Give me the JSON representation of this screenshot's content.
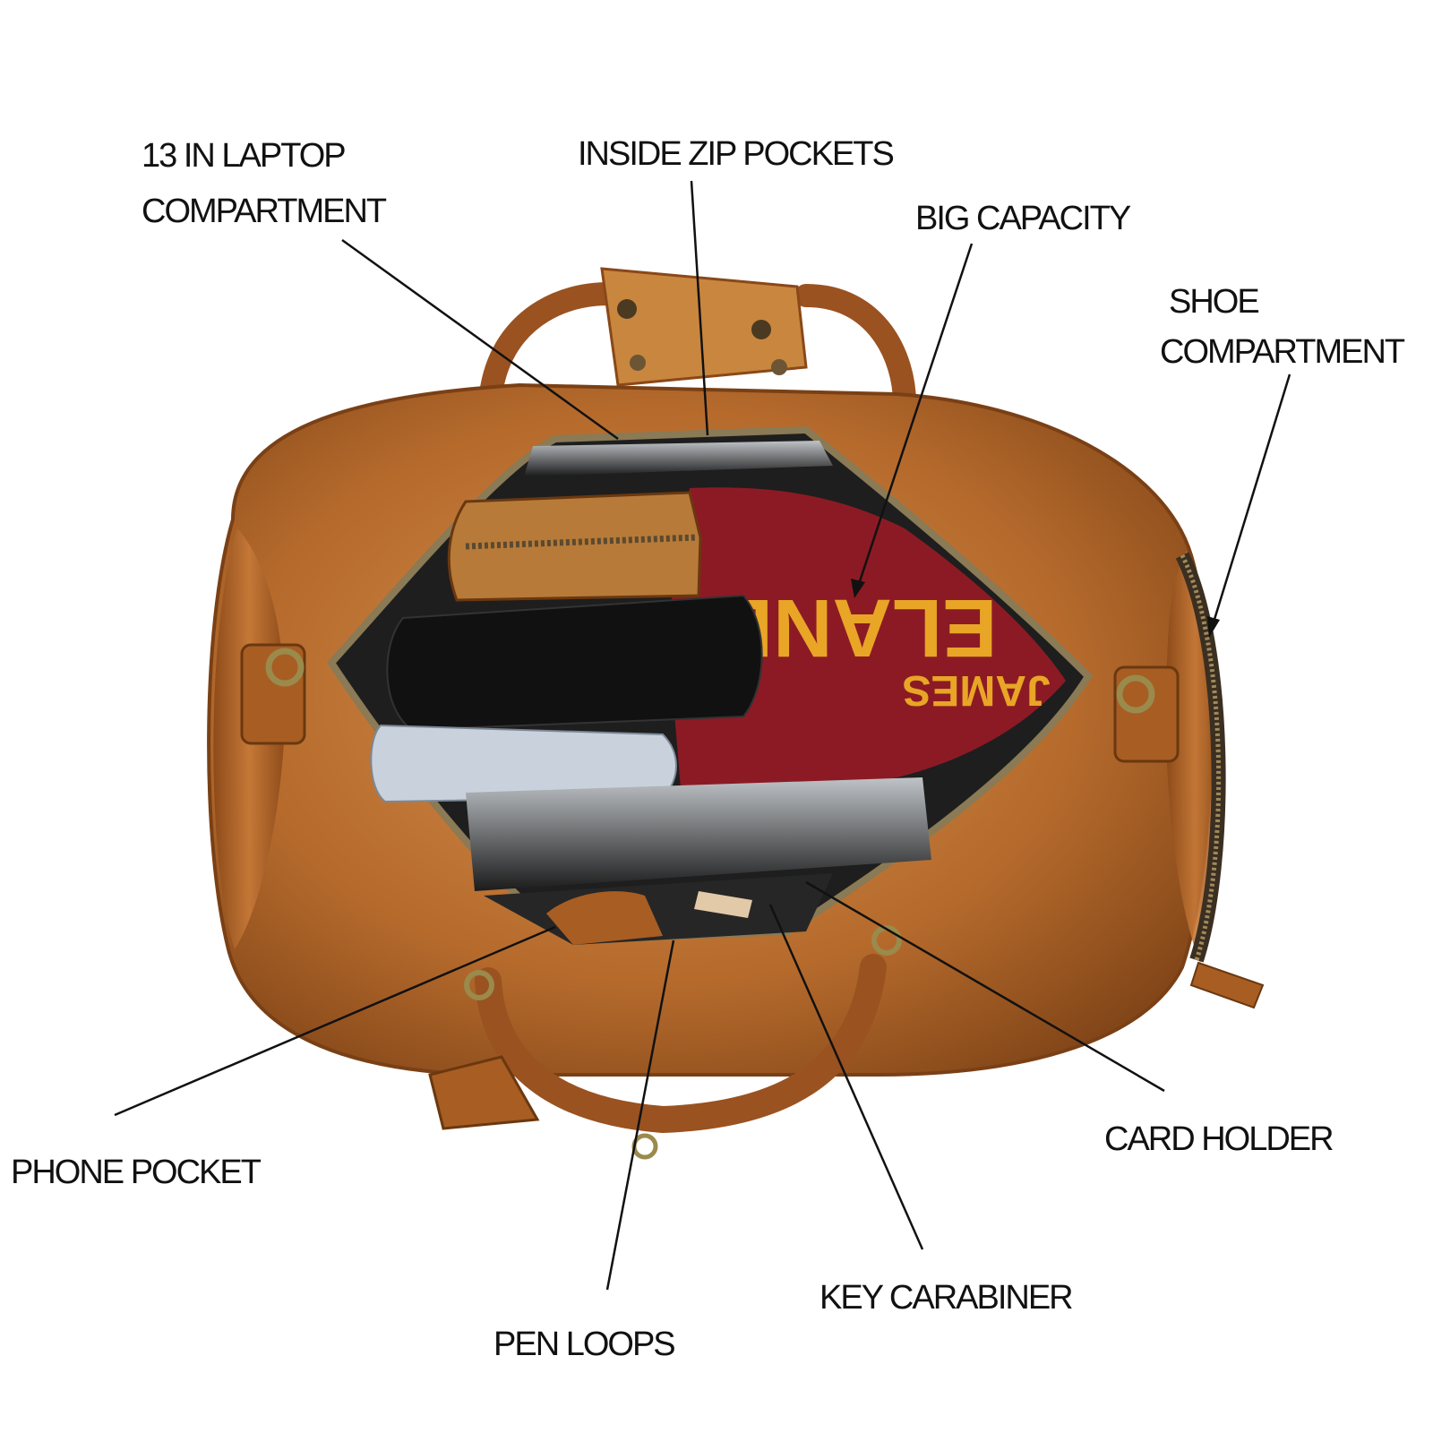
{
  "colors": {
    "background": "#ffffff",
    "leather": "#b56a2c",
    "leather_dark": "#7a4015",
    "leather_light": "#d58f4a",
    "zipper": "#8a7a55",
    "lining": "#1e1e1e",
    "sweater": "#8c1a24",
    "sweater_print": "#e8a526",
    "leader_line": "#111111",
    "label_text": "#111111"
  },
  "image": {
    "subject": "brown leather duffel bag, top view, open with contents",
    "sweater_print_line1": "ELAND",
    "sweater_print_line2": "JAMES"
  },
  "callouts": [
    {
      "id": "laptop",
      "line1": "13 IN LAPTOP",
      "line2": "COMPARTMENT"
    },
    {
      "id": "zip-pockets",
      "line1": "INSIDE ZIP POCKETS"
    },
    {
      "id": "capacity",
      "line1": "BIG CAPACITY"
    },
    {
      "id": "shoe",
      "line1": "SHOE",
      "line2": "COMPARTMENT"
    },
    {
      "id": "phone",
      "line1": "PHONE POCKET"
    },
    {
      "id": "card",
      "line1": "CARD HOLDER"
    },
    {
      "id": "key",
      "line1": "KEY CARABINER"
    },
    {
      "id": "pen",
      "line1": "PEN LOOPS"
    }
  ]
}
